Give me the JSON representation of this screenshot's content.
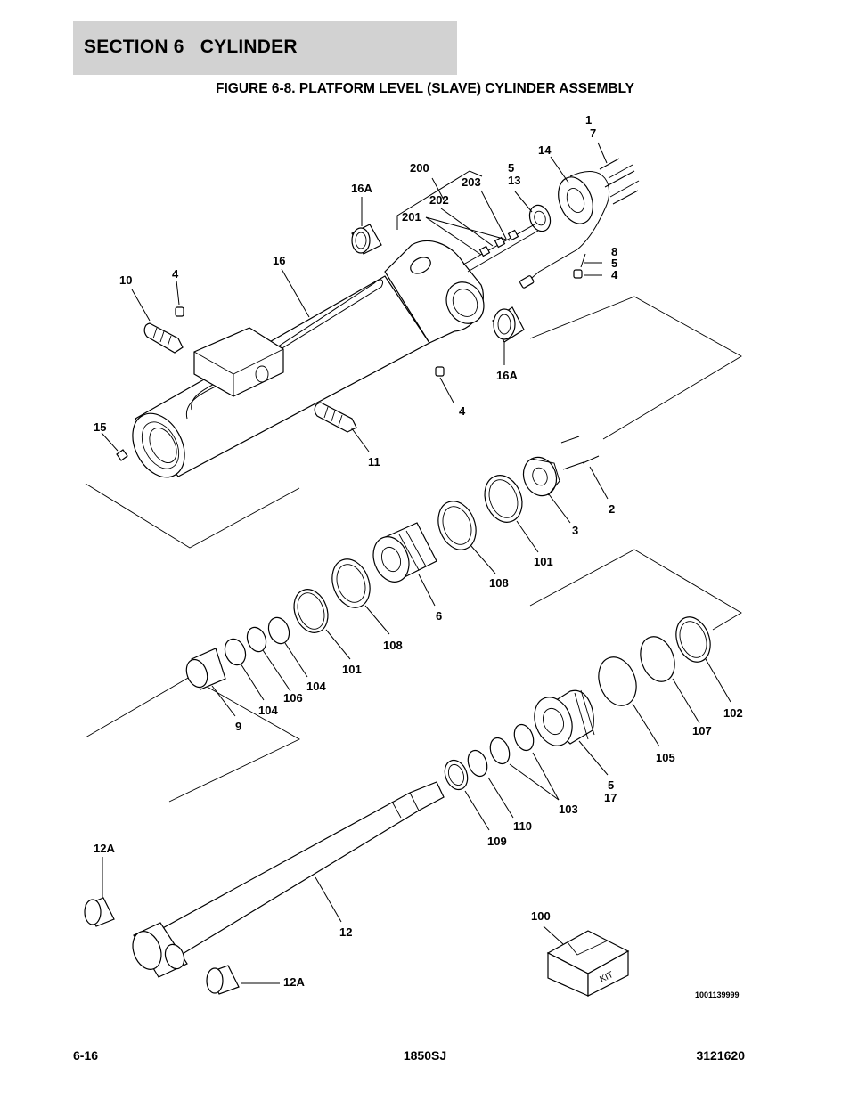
{
  "header": {
    "section_label": "SECTION 6   CYLINDER"
  },
  "figure": {
    "title": "FIGURE 6-8. PLATFORM LEVEL (SLAVE) CYLINDER ASSEMBLY"
  },
  "callouts": {
    "c1": "1",
    "c7": "7",
    "c14": "14",
    "c200": "200",
    "c5a": "5",
    "c13": "13",
    "c203": "203",
    "c16A_top": "16A",
    "c202": "202",
    "c201": "201",
    "c8": "8",
    "c5b": "5",
    "c4a": "4",
    "c16": "16",
    "c10": "10",
    "c4b": "4",
    "c16A_b": "16A",
    "c4c": "4",
    "c15": "15",
    "c11": "11",
    "c2": "2",
    "c3": "3",
    "c101a": "101",
    "c108a": "108",
    "c6": "6",
    "c108b": "108",
    "c101b": "101",
    "c104a": "104",
    "c106": "106",
    "c104b": "104",
    "c9": "9",
    "c102": "102",
    "c107": "107",
    "c105": "105",
    "c5c": "5",
    "c17": "17",
    "c103": "103",
    "c110": "110",
    "c109": "109",
    "c12A_top": "12A",
    "c12": "12",
    "c100": "100",
    "c12A_b": "12A"
  },
  "kit_label": "KIT",
  "drawing_number": "1001139999",
  "footer": {
    "page": "6-16",
    "model": "1850SJ",
    "part_number": "3121620"
  }
}
